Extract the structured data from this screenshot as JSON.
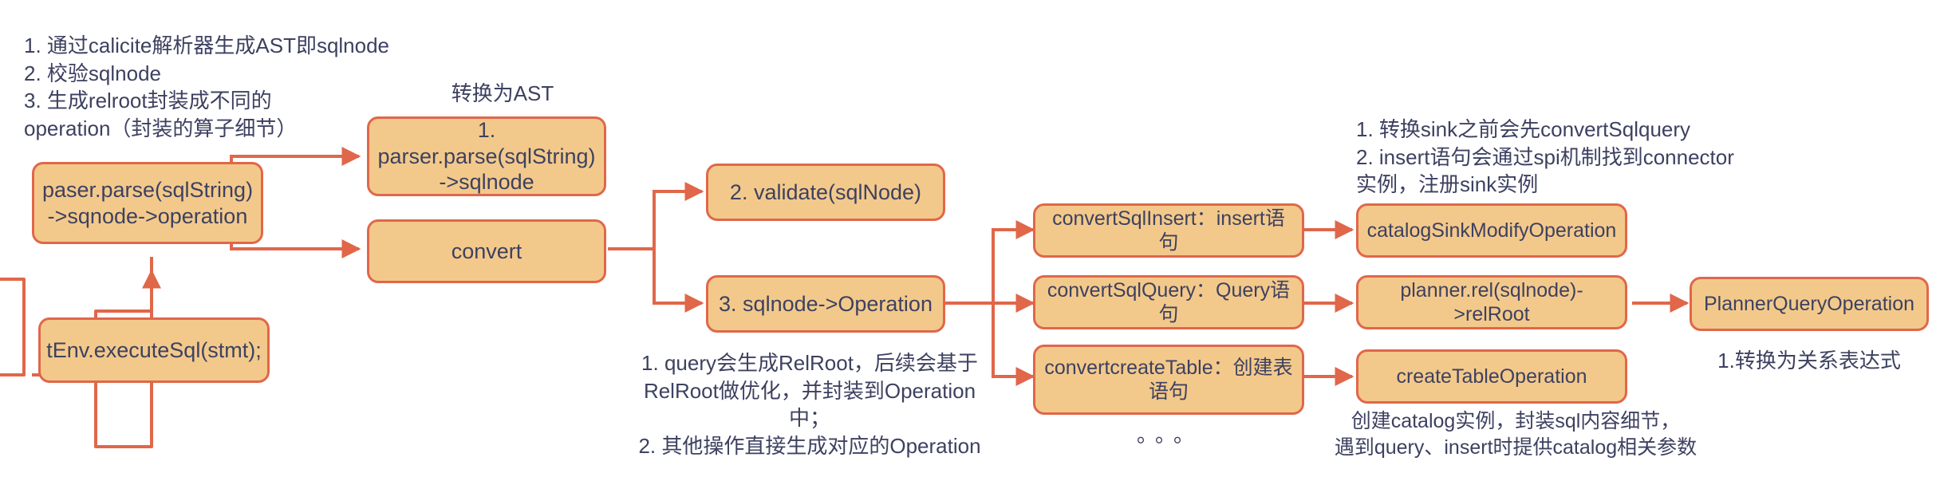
{
  "diagram": {
    "title": "Flink SQL parse/convert flow",
    "colors": {
      "node_fill": "#f3c98b",
      "node_border": "#e0674a",
      "text": "#3d4160",
      "connector": "#e0674a",
      "background": "#ffffff"
    },
    "notes": {
      "top_left": "1. 通过calicite解析器生成AST即sqlnode\n2. 校验sqlnode\n3. 生成relroot封装成不同的\noperation（封装的算子细节）",
      "convert_to_ast": "转换为AST",
      "query_relroot": "1. query会生成RelRoot，后续会基于\nRelRoot做优化，并封装到Operation中；\n2. 其他操作直接生成对应的Operation",
      "sink_spi": "1. 转换sink之前会先convertSqlquery\n2. insert语句会通过spi机制找到connector\n实例，注册sink实例",
      "catalog_note": "创建catalog实例，封装sql内容细节，\n遇到query、insert时提供catalog相关参数",
      "relational_expr": "1.转换为关系表达式",
      "ellipsis": "。。。"
    },
    "nodes": {
      "paser_parse": "paser.parse(sqlString)\n->sqnode->operation",
      "tenv_execute": "tEnv.executeSql(stmt);",
      "parser_parse_sqlnode": "1. parser.parse(sqlString)\n->sqlnode",
      "convert": "convert",
      "validate": "2. validate(sqlNode)",
      "sqlnode_operation": "3. sqlnode->Operation",
      "convert_sql_insert": "convertSqlInsert：insert语句",
      "convert_sql_query": "convertSqlQuery：Query语句",
      "convert_create_table": "convertcreateTable：创建表\n语句",
      "catalog_sink_modify": "catalogSinkModifyOperation",
      "planner_rel": "planner.rel(sqlnode)->relRoot",
      "create_table_operation": "createTableOperation",
      "planner_query_operation": "PlannerQueryOperation"
    }
  }
}
